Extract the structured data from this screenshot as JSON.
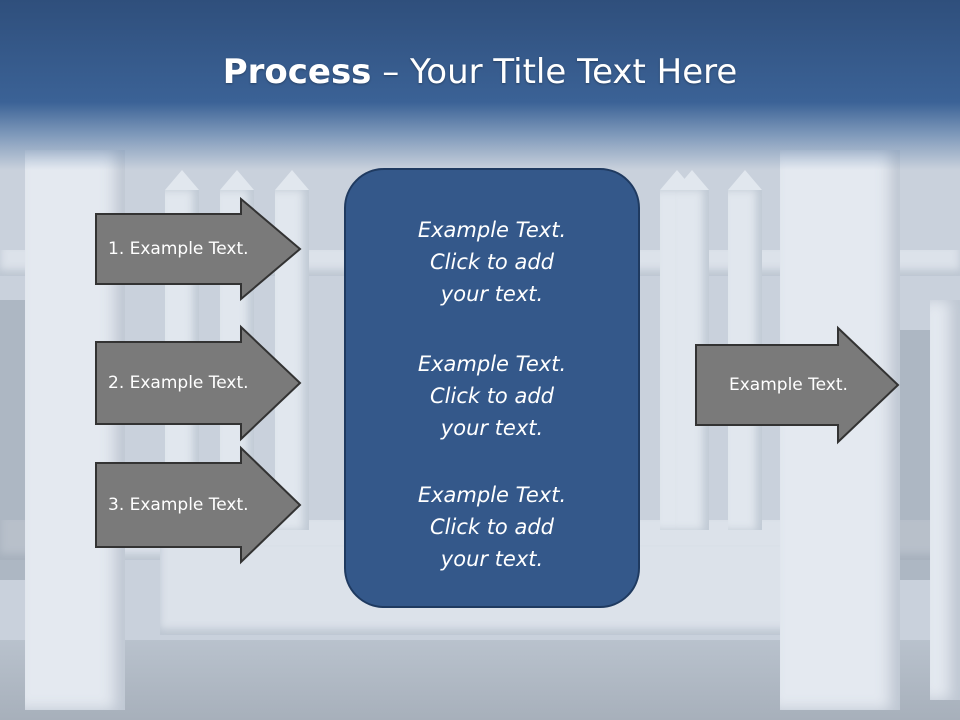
{
  "slide": {
    "title_bold": "Process",
    "title_rest": " – Your Title Text Here"
  },
  "left_arrows": [
    {
      "label": "1. Example Text."
    },
    {
      "label": "2. Example Text."
    },
    {
      "label": "3. Example Text."
    }
  ],
  "center": {
    "blocks": [
      {
        "line1": "Example Text.",
        "line2": "Click  to add",
        "line3": "your text."
      },
      {
        "line1": "Example Text.",
        "line2": "Click  to add",
        "line3": "your text."
      },
      {
        "line1": "Example Text.",
        "line2": "Click  to add",
        "line3": "your text."
      }
    ]
  },
  "right_arrow": {
    "label": "Example Text."
  },
  "colors": {
    "header": "#2f4f7c",
    "arrow_fill": "#7a7a7a",
    "arrow_stroke": "#333333",
    "center_fill": "#34588a"
  }
}
